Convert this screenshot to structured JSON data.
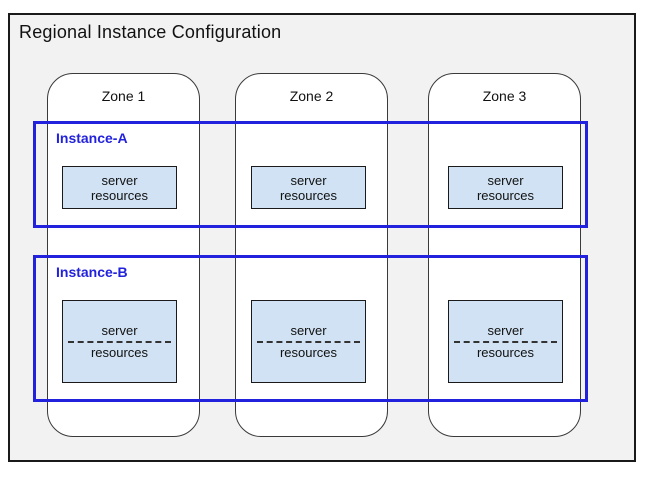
{
  "diagram": {
    "title": "Regional Instance Configuration",
    "zones": [
      {
        "label": "Zone 1"
      },
      {
        "label": "Zone 2"
      },
      {
        "label": "Zone 3"
      }
    ],
    "instances": [
      {
        "label": "Instance-A",
        "divider": "none",
        "boxes": [
          {
            "line1": "server",
            "line2": "resources"
          },
          {
            "line1": "server",
            "line2": "resources"
          },
          {
            "line1": "server",
            "line2": "resources"
          }
        ]
      },
      {
        "label": "Instance-B",
        "divider": "dashed",
        "boxes": [
          {
            "line1": "server",
            "line2": "resources"
          },
          {
            "line1": "server",
            "line2": "resources"
          },
          {
            "line1": "server",
            "line2": "resources"
          }
        ]
      }
    ],
    "colors": {
      "container_background": "#f2f2f2",
      "container_border": "#1a1a1a",
      "zone_fill": "#ffffff",
      "zone_border": "#3a3a3a",
      "instance_border": "#2222dd",
      "instance_label": "#2222dd",
      "resource_box_fill": "#d0e2f3",
      "resource_box_border": "#1a1a1a",
      "text": "#111111"
    }
  }
}
